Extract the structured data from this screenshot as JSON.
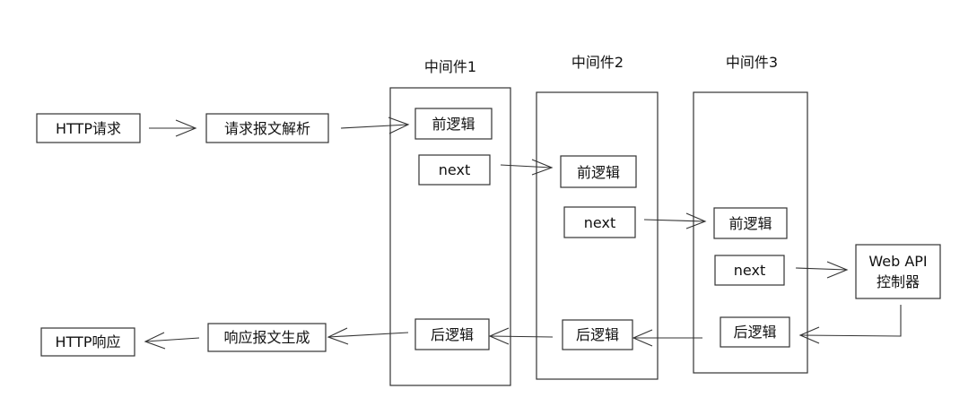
{
  "middlewares": [
    {
      "title": "中间件1",
      "before": "前逻辑",
      "next": "next",
      "after": "后逻辑"
    },
    {
      "title": "中间件2",
      "before": "前逻辑",
      "next": "next",
      "after": "后逻辑"
    },
    {
      "title": "中间件3",
      "before": "前逻辑",
      "next": "next",
      "after": "后逻辑"
    }
  ],
  "request": {
    "http": "HTTP请求",
    "parse": "请求报文解析"
  },
  "response": {
    "http": "HTTP响应",
    "generate": "响应报文生成"
  },
  "controller": {
    "line1": "Web API",
    "line2": "控制器"
  }
}
